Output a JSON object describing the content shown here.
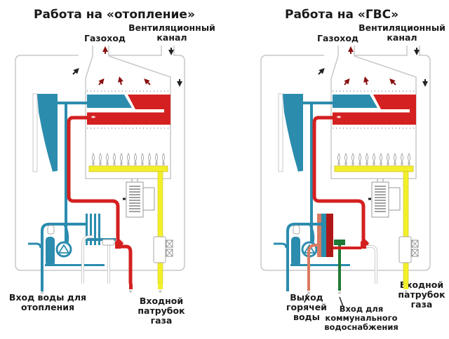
{
  "colors": {
    "cold_water": "#2b8cae",
    "hot_water": "#d42020",
    "gas": "#f2ef2b",
    "dhw_out": "#d97a62",
    "mains_in": "#1f7a35",
    "outline": "#c8c8c8",
    "arrow": "#8a1010"
  },
  "panels": [
    {
      "title": "Работа на «отопление»",
      "flue_label": "Газоход",
      "vent_label_line1": "Вентиляционный",
      "vent_label_line2": "канал",
      "captions": {
        "heating_in_line1": "Вход воды для",
        "heating_in_line2": "отопления",
        "gas_in_line1": "Входной",
        "gas_in_line2": "патрубок",
        "gas_in_line3": "газа"
      }
    },
    {
      "title": "Работа на «ГВС»",
      "flue_label": "Газоход",
      "vent_label_line1": "Вентиляционный",
      "vent_label_line2": "канал",
      "captions": {
        "hot_out_line1": "Выход",
        "hot_out_line2": "горячей",
        "hot_out_line3": "воды",
        "mains_in_line1": "Вход для",
        "mains_in_line2": "коммунального",
        "mains_in_line3": "водоснабжения",
        "gas_in_line1": "Входной",
        "gas_in_line2": "патрубок",
        "gas_in_line3": "газа"
      }
    }
  ]
}
